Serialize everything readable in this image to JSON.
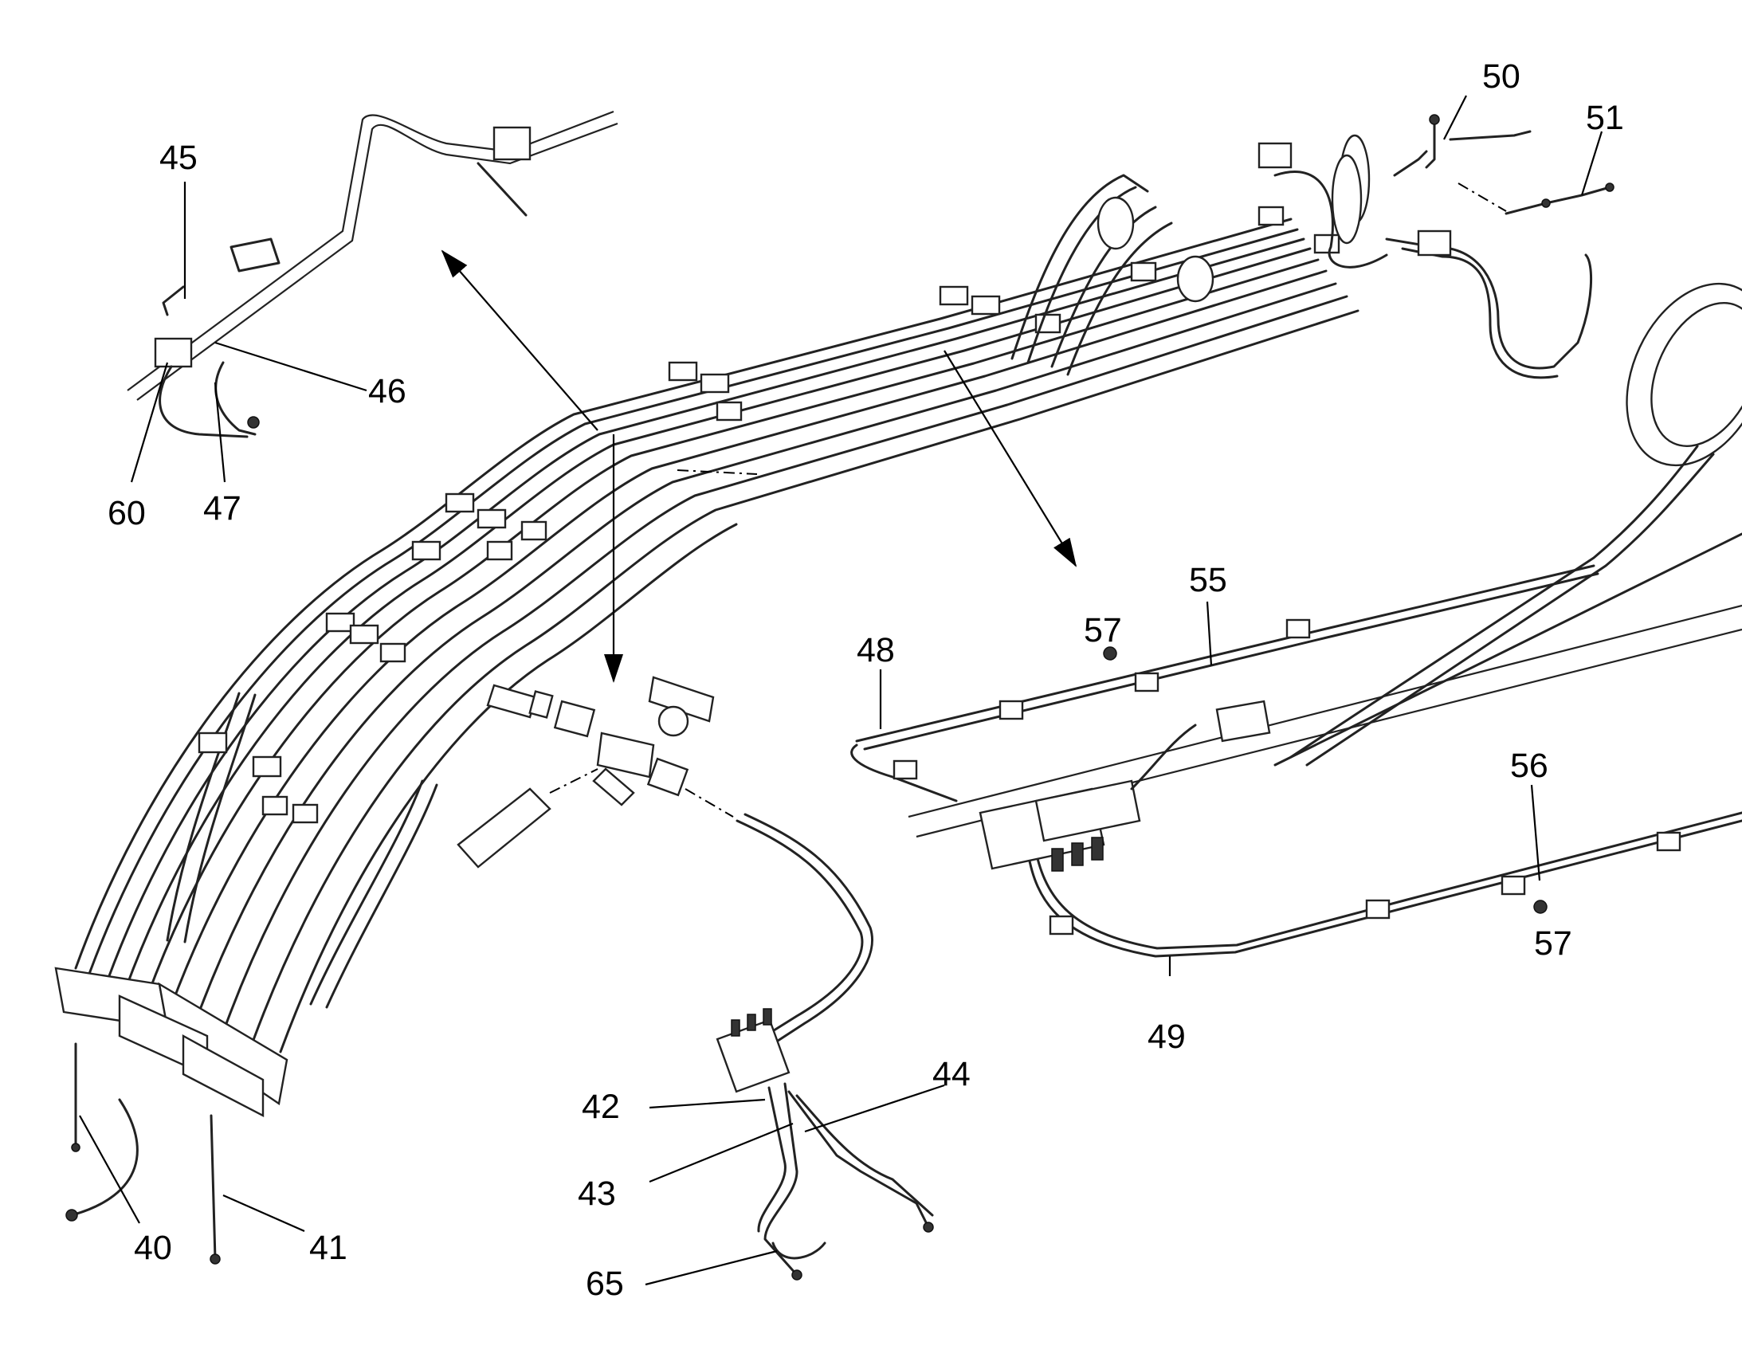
{
  "labels": {
    "l40": "40",
    "l41": "41",
    "l42": "42",
    "l43": "43",
    "l44": "44",
    "l45": "45",
    "l46": "46",
    "l47": "47",
    "l48": "48",
    "l49": "49",
    "l50": "50",
    "l51": "51",
    "l55": "55",
    "l56": "56",
    "l57a": "57",
    "l57b": "57",
    "l60": "60",
    "l65": "65"
  }
}
